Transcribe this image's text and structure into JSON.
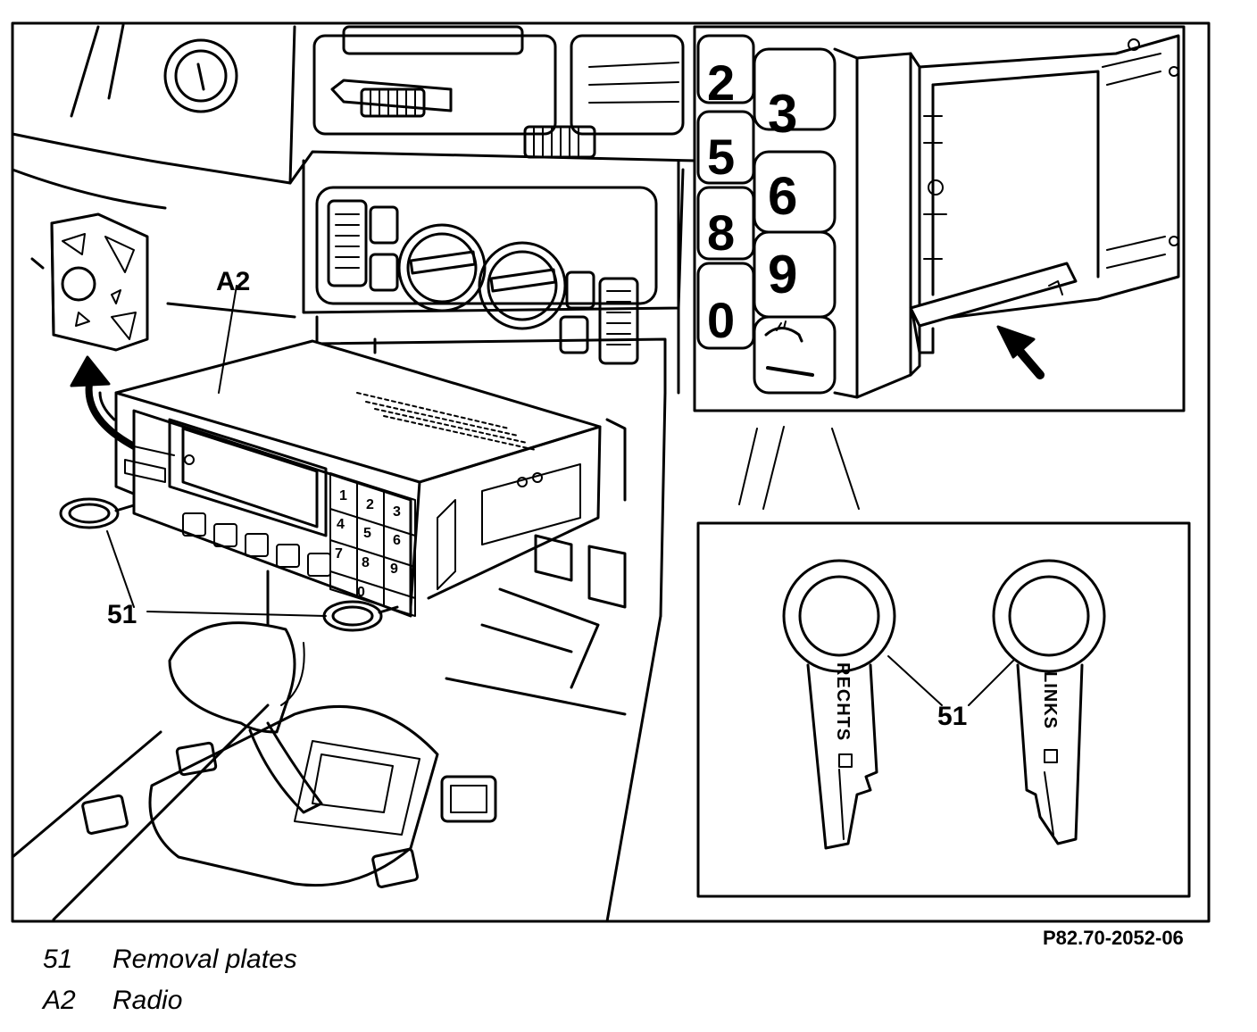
{
  "main_view": {
    "callout_radio": "A2",
    "callout_plates": "51",
    "radio_keys": [
      "1",
      "2",
      "3",
      "4",
      "5",
      "6",
      "7",
      "8",
      "9",
      "0"
    ]
  },
  "detail_keypad": {
    "keys": [
      "2",
      "3",
      "5",
      "6",
      "8",
      "9",
      "0"
    ]
  },
  "detail_tools": {
    "callout": "51",
    "tool_right_label": "RECHTS",
    "tool_left_label": "LINKS"
  },
  "figure_code": "P82.70-2052-06",
  "legend": [
    {
      "id": "51",
      "label": "Removal plates"
    },
    {
      "id": "A2",
      "label": "Radio"
    }
  ]
}
